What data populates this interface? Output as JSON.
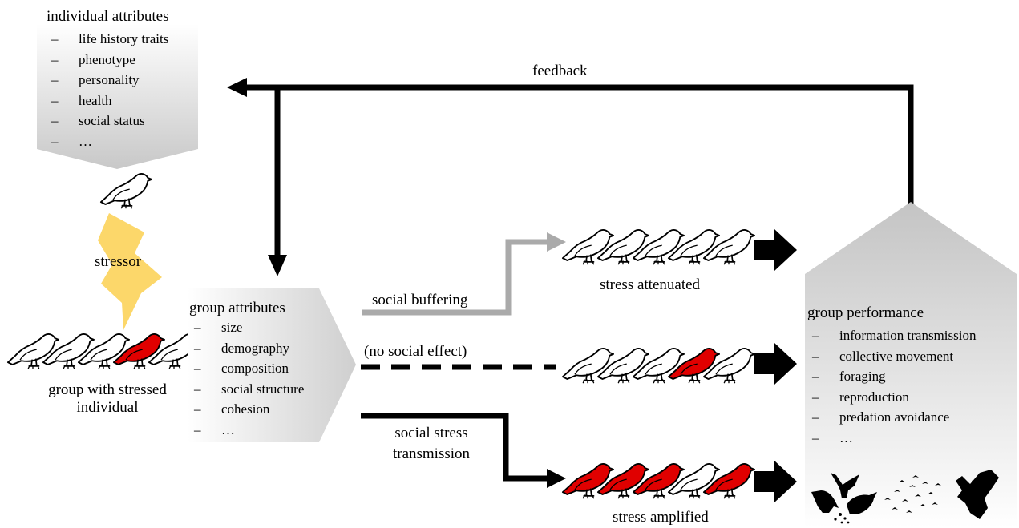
{
  "individual_attributes": {
    "title": "individual attributes",
    "items": [
      "life history traits",
      "phenotype",
      "personality",
      "health",
      "social status",
      "…"
    ]
  },
  "feedback_label": "feedback",
  "stressor_label": "stressor",
  "group_stressed_label": [
    "group with stressed",
    "individual"
  ],
  "group_attributes": {
    "title": "group attributes",
    "items": [
      "size",
      "demography",
      "composition",
      "social structure",
      "cohesion",
      "…"
    ]
  },
  "pathways": {
    "buffering": {
      "label": "social buffering",
      "outcome": "stress attenuated"
    },
    "none": {
      "label": "(no social effect)"
    },
    "transmission": {
      "label": [
        "social stress",
        "transmission"
      ],
      "outcome": "stress amplified"
    }
  },
  "group_performance": {
    "title": "group performance",
    "items": [
      "information transmission",
      "collective movement",
      "foraging",
      "reproduction",
      "predation avoidance",
      "…"
    ]
  },
  "list_bullet": "–",
  "colors": {
    "stressed": "#e00000",
    "bolt": "#fcd76a",
    "grey_arrow": "#aaaaaa",
    "panel_top": "#ffffff",
    "panel_bottom": "#c9c9c9"
  }
}
